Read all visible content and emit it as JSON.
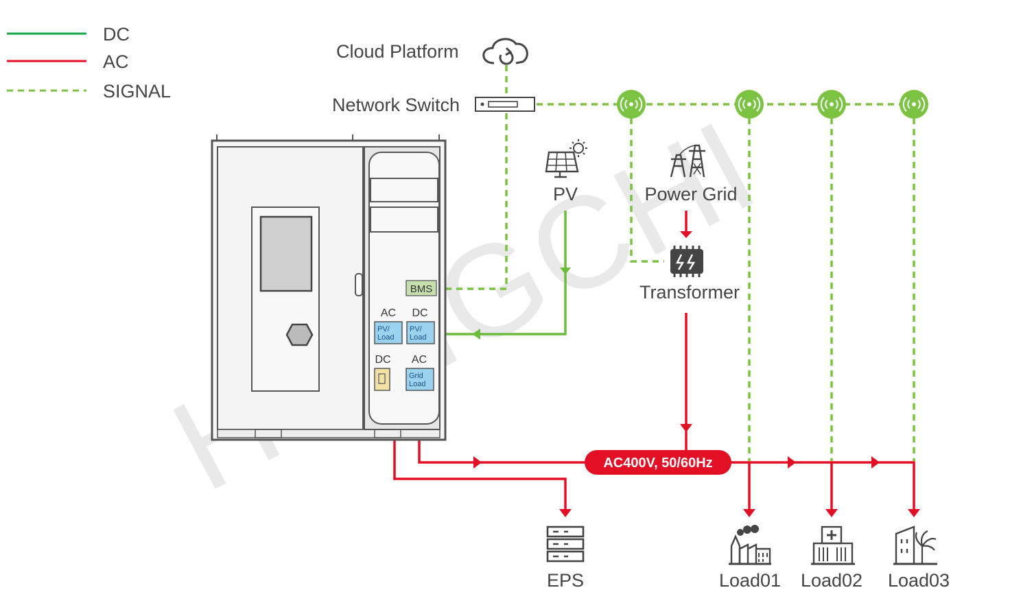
{
  "legend": {
    "dc": {
      "label": "DC",
      "color": "#16a34a"
    },
    "ac": {
      "label": "AC",
      "color": "#e30f25"
    },
    "signal": {
      "label": "SIGNAL",
      "color": "#7cc243"
    }
  },
  "nodes": {
    "cloud": "Cloud Platform",
    "switch": "Network Switch",
    "pv": "PV",
    "grid": "Power Grid",
    "transformer": "Transformer",
    "eps": "EPS",
    "load01": "Load01",
    "load02": "Load02",
    "load03": "Load03"
  },
  "cabinet": {
    "bms": "BMS",
    "port_ac_top": "AC",
    "port_dc_top": "DC",
    "port_dc_bottom": "DC",
    "port_ac_bottom": "AC",
    "pv_load_1": [
      "PV/",
      "Load"
    ],
    "pv_load_2": [
      "PV/",
      "Load"
    ],
    "grid_load": [
      "Grid",
      "Load"
    ]
  },
  "bus_label": "AC400V, 50/60Hz",
  "watermark": "HONGCHI"
}
